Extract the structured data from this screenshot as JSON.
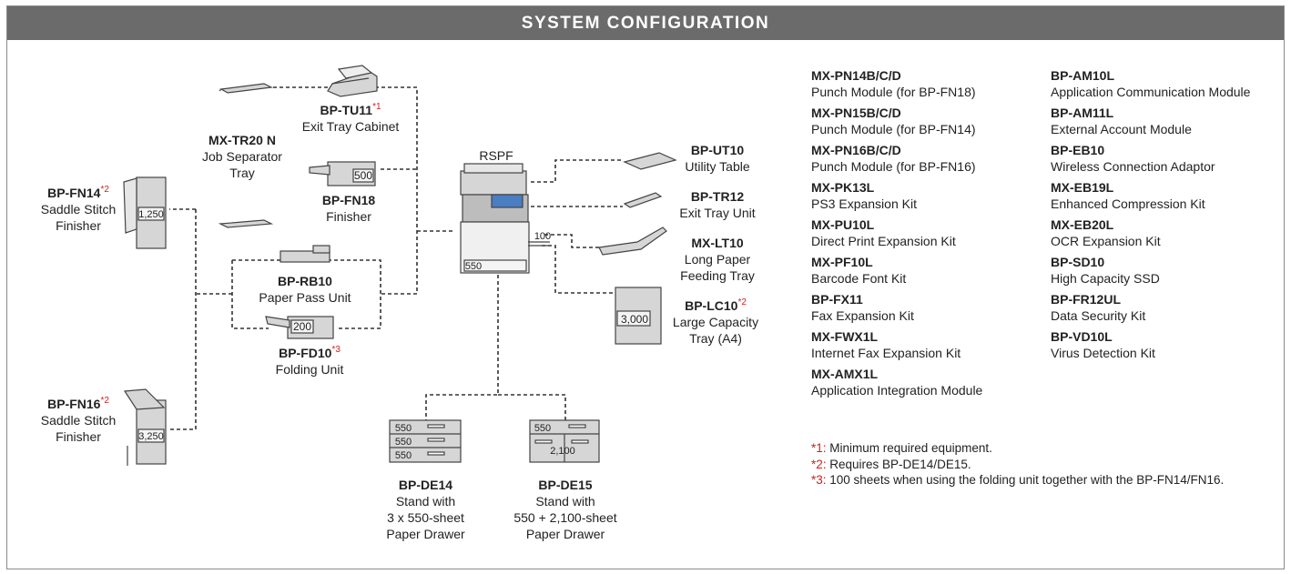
{
  "title": "SYSTEM CONFIGURATION",
  "components": {
    "mx_tr20n": {
      "code": "MX-TR20 N",
      "l1": "Job Separator",
      "l2": "Tray"
    },
    "bp_tu11": {
      "code": "BP-TU11",
      "mark": "*1",
      "l1": "Exit Tray Cabinet"
    },
    "bp_fn18": {
      "code": "BP-FN18",
      "l1": "Finisher",
      "cap": "500"
    },
    "bp_fn14": {
      "code": "BP-FN14",
      "mark": "*2",
      "l1": "Saddle Stitch",
      "l2": "Finisher",
      "cap": "1,250"
    },
    "bp_fn16": {
      "code": "BP-FN16",
      "mark": "*2",
      "l1": "Saddle Stitch",
      "l2": "Finisher",
      "cap": "3,250"
    },
    "bp_rb10": {
      "code": "BP-RB10",
      "l1": "Paper Pass Unit"
    },
    "bp_fd10": {
      "code": "BP-FD10",
      "mark": "*3",
      "l1": "Folding Unit",
      "cap": "200"
    },
    "rspf": {
      "label": "RSPF",
      "cap_drawer": "550",
      "cap_bypass": "100"
    },
    "bp_ut10": {
      "code": "BP-UT10",
      "l1": "Utility Table"
    },
    "bp_tr12": {
      "code": "BP-TR12",
      "l1": "Exit Tray Unit"
    },
    "mx_lt10": {
      "code": "MX-LT10",
      "l1": "Long Paper",
      "l2": "Feeding Tray"
    },
    "bp_lc10": {
      "code": "BP-LC10",
      "mark": "*2",
      "l1": "Large Capacity",
      "l2": "Tray (A4)",
      "cap": "3,000"
    },
    "bp_de14": {
      "code": "BP-DE14",
      "l1": "Stand with",
      "l2": "3 x 550-sheet",
      "l3": "Paper Drawer",
      "caps": [
        "550",
        "550",
        "550"
      ]
    },
    "bp_de15": {
      "code": "BP-DE15",
      "l1": "Stand with",
      "l2": "550 + 2,100-sheet",
      "l3": "Paper Drawer",
      "caps": [
        "550",
        "2,100"
      ]
    }
  },
  "options_left": [
    {
      "code": "MX-PN14B/C/D",
      "desc": "Punch Module (for BP-FN18)"
    },
    {
      "code": "MX-PN15B/C/D",
      "desc": "Punch Module (for BP-FN14)"
    },
    {
      "code": "MX-PN16B/C/D",
      "desc": "Punch Module (for BP-FN16)"
    },
    {
      "code": "MX-PK13L",
      "desc": "PS3 Expansion Kit"
    },
    {
      "code": "MX-PU10L",
      "desc": "Direct Print Expansion Kit"
    },
    {
      "code": "MX-PF10L",
      "desc": "Barcode Font Kit"
    },
    {
      "code": "BP-FX11",
      "desc": "Fax Expansion Kit"
    },
    {
      "code": "MX-FWX1L",
      "desc": "Internet Fax Expansion Kit"
    },
    {
      "code": "MX-AMX1L",
      "desc": "Application Integration Module"
    }
  ],
  "options_right": [
    {
      "code": "BP-AM10L",
      "desc": "Application Communication Module"
    },
    {
      "code": "BP-AM11L",
      "desc": "External Account Module"
    },
    {
      "code": "BP-EB10",
      "desc": "Wireless Connection Adaptor"
    },
    {
      "code": "MX-EB19L",
      "desc": "Enhanced Compression Kit"
    },
    {
      "code": "MX-EB20L",
      "desc": "OCR Expansion Kit"
    },
    {
      "code": "BP-SD10",
      "desc": "High Capacity SSD"
    },
    {
      "code": "BP-FR12UL",
      "desc": "Data Security Kit"
    },
    {
      "code": "BP-VD10L",
      "desc": "Virus Detection Kit"
    }
  ],
  "notes": [
    {
      "mark": "*1:",
      "text": " Minimum required equipment."
    },
    {
      "mark": "*2:",
      "text": " Requires BP-DE14/DE15."
    },
    {
      "mark": "*3:",
      "text": " 100 sheets when using the folding unit together with the BP-FN14/FN16."
    }
  ],
  "colors": {
    "header_bg": "#6b6b6b",
    "note_mark": "#d02020",
    "device_fill": "#d6d6d6",
    "device_stroke": "#444444"
  }
}
